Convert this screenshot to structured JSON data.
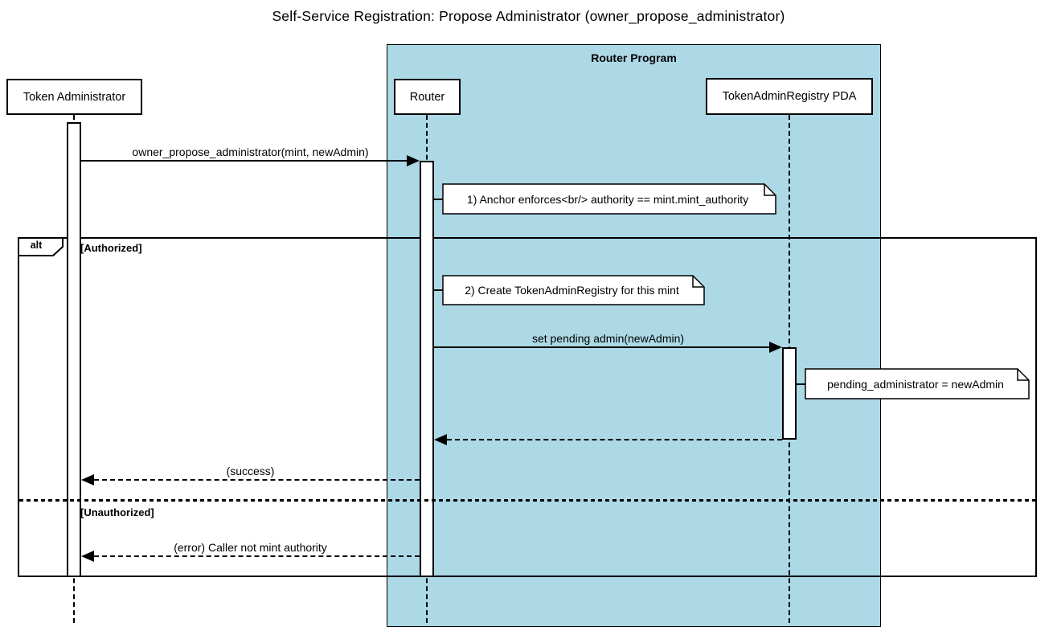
{
  "title": "Self-Service Registration: Propose Administrator (owner_propose_administrator)",
  "program_frame": {
    "label": "Router Program"
  },
  "participants": [
    {
      "label": "Token Administrator"
    },
    {
      "label": "Router"
    },
    {
      "label": "TokenAdminRegistry PDA"
    }
  ],
  "alt_frame": {
    "operator": "alt",
    "branch_authorized": "[Authorized]",
    "branch_unauthorized": "[Unauthorized]"
  },
  "messages": {
    "propose": "owner_propose_administrator(mint, newAdmin)",
    "set_pending": "set pending admin(newAdmin)",
    "success": "(success)",
    "error": "(error) Caller not mint authority"
  },
  "notes": {
    "anchor_enforces": "1) Anchor enforces<br/> authority == mint.mint_authority",
    "create_registry": "2) Create TokenAdminRegistry for this mint",
    "pending_admin": "pending_administrator = newAdmin"
  },
  "colors": {
    "program_frame_fill": "#ADD8E6",
    "stroke": "#000000",
    "participant_fill": "#FFFFFF",
    "note_fill": "#FFFFFF"
  }
}
